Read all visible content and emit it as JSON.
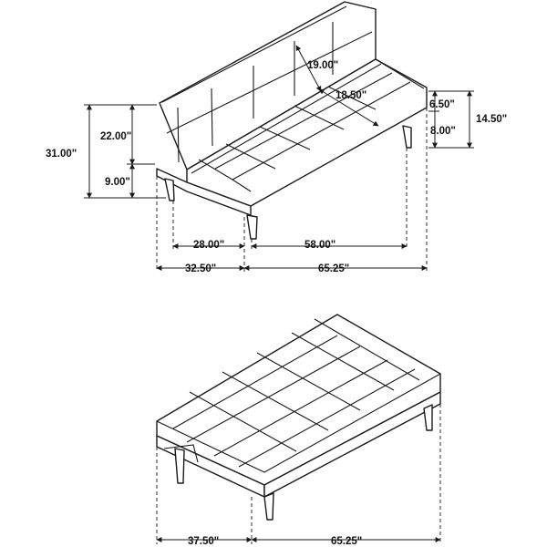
{
  "accent_color": "#1a1a1a",
  "sofa": {
    "back_height": "22.00\"",
    "total_height": "31.00\"",
    "seat_height": "9.00\"",
    "back_cushion_length": "19.00\"",
    "seat_depth": "18.50\"",
    "arm_top": "6.50\"",
    "side_height": "14.50\"",
    "leg_height": "8.00\"",
    "inner_depth": "28.00\"",
    "seat_width": "58.00\"",
    "overall_depth": "32.50\"",
    "overall_width": "65.25\""
  },
  "bed": {
    "depth": "37.50\"",
    "width": "65.25\""
  }
}
